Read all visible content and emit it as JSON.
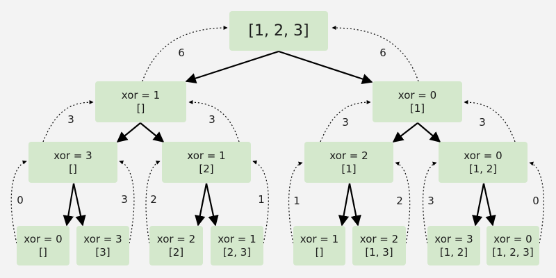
{
  "title": "Subset XOR sum recursion tree",
  "colors": {
    "node_fill": "#d4e8cc",
    "background": "#f3f3f3",
    "edge": "#000000"
  },
  "nodes": {
    "root": {
      "xor": "",
      "set": "[1, 2, 3]"
    },
    "l": {
      "xor": "xor = 1",
      "set": "[]"
    },
    "r": {
      "xor": "xor = 0",
      "set": "[1]"
    },
    "ll": {
      "xor": "xor = 3",
      "set": "[]"
    },
    "lr": {
      "xor": "xor = 1",
      "set": "[2]"
    },
    "rl": {
      "xor": "xor = 2",
      "set": "[1]"
    },
    "rr": {
      "xor": "xor = 0",
      "set": "[1, 2]"
    },
    "lll": {
      "xor": "xor = 0",
      "set": "[]"
    },
    "llr": {
      "xor": "xor = 3",
      "set": "[3]"
    },
    "lrl": {
      "xor": "xor = 2",
      "set": "[2]"
    },
    "lrr": {
      "xor": "xor = 1",
      "set": "[2, 3]"
    },
    "rll": {
      "xor": "xor = 1",
      "set": "[]"
    },
    "rlr": {
      "xor": "xor = 2",
      "set": "[1, 3]"
    },
    "rrl": {
      "xor": "xor = 3",
      "set": "[1, 2]"
    },
    "rrr": {
      "xor": "xor = 0",
      "set": "[1, 2, 3]"
    }
  },
  "return_values": {
    "l_to_root": "6",
    "r_to_root": "6",
    "ll_to_l": "3",
    "lr_to_l": "3",
    "rl_to_r": "3",
    "rr_to_r": "3",
    "lll_to_ll": "0",
    "llr_to_ll": "3",
    "lrl_to_lr": "2",
    "lrr_to_lr": "1",
    "rll_to_rl": "1",
    "rlr_to_rl": "2",
    "rrl_to_rr": "3",
    "rrr_to_rr": "0"
  }
}
